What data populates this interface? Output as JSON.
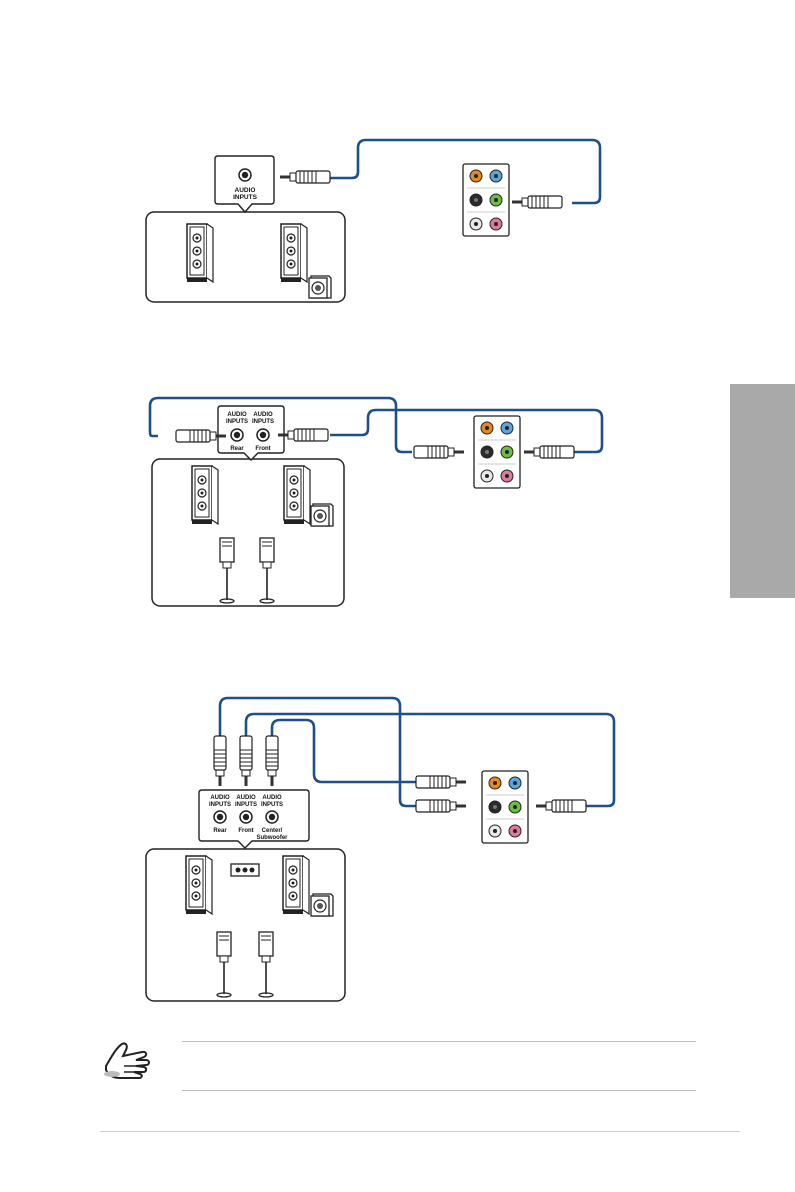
{
  "diagrams": [
    {
      "id": "stereo",
      "panel_labels": [
        [
          "AUDIO",
          "INPUTS"
        ]
      ],
      "channel_labels": [
        ""
      ]
    },
    {
      "id": "four-channel",
      "panel_labels": [
        [
          "AUDIO",
          "INPUTS"
        ],
        [
          "AUDIO",
          "INPUTS"
        ]
      ],
      "channel_labels": [
        "Rear",
        "Front"
      ]
    },
    {
      "id": "six-channel",
      "panel_labels": [
        [
          "AUDIO",
          "INPUTS"
        ],
        [
          "AUDIO",
          "INPUTS"
        ],
        [
          "AUDIO",
          "INPUTS"
        ]
      ],
      "channel_labels": [
        "Rear",
        "Front",
        "Center/",
        "Subwoofer"
      ]
    }
  ],
  "colors": {
    "cable": "#1f4e8f",
    "jack_orange": "#e8881f",
    "jack_blue": "#5aa6e0",
    "jack_black": "#2a2a2a",
    "jack_green": "#6cbe45",
    "jack_grey": "#e9e9e9",
    "jack_pink": "#e07a9a",
    "side_tab": "#a9a9a9"
  },
  "icons": [
    "audio-input-jack-icon",
    "speaker-icon",
    "subwoofer-icon",
    "satellite-speaker-icon",
    "audio-plug-icon",
    "rear-io-jack-panel-icon",
    "hand-note-icon"
  ]
}
